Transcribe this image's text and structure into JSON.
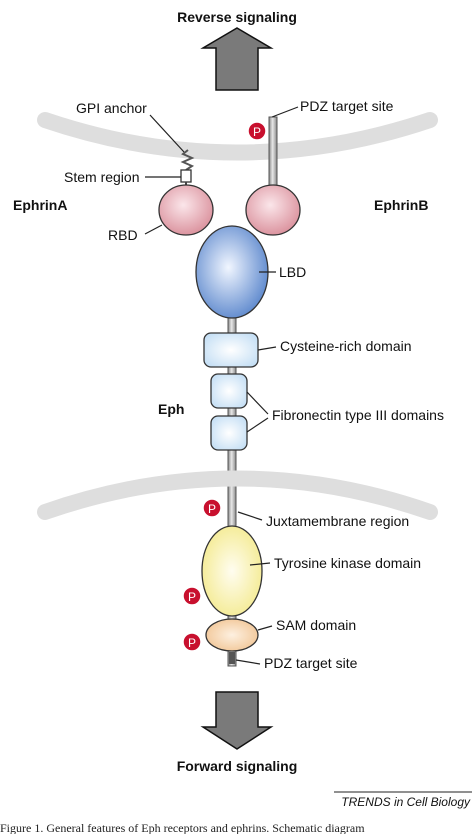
{
  "diagram": {
    "top_arrow_label": "Reverse signaling",
    "bottom_arrow_label": "Forward signaling",
    "labels": {
      "gpi_anchor": "GPI anchor",
      "pdz_top": "PDZ target site",
      "stem_region": "Stem region",
      "ephrin_a": "EphrinA",
      "ephrin_b": "EphrinB",
      "rbd": "RBD",
      "lbd": "LBD",
      "cysteine": "Cysteine-rich domain",
      "eph": "Eph",
      "fibronectin": "Fibronectin type III domains",
      "juxtamembrane": "Juxtamembrane region",
      "tyrosine": "Tyrosine kinase domain",
      "sam": "SAM domain",
      "pdz_bottom": "PDZ target site"
    },
    "phospho_symbol": "P",
    "credit": "TRENDS in Cell Biology"
  },
  "caption": "Figure 1. General features of Eph receptors and ephrins. Schematic diagram",
  "colors": {
    "membrane": "#dedede",
    "arrow": "#7a7a7a",
    "ephrin_domain": "#d98d99",
    "lbd": "#6b93d1",
    "fn_domain": "#d9ecfa",
    "kinase": "#f6eea0",
    "sam": "#f3c99a",
    "phospho": "#c8102e"
  }
}
